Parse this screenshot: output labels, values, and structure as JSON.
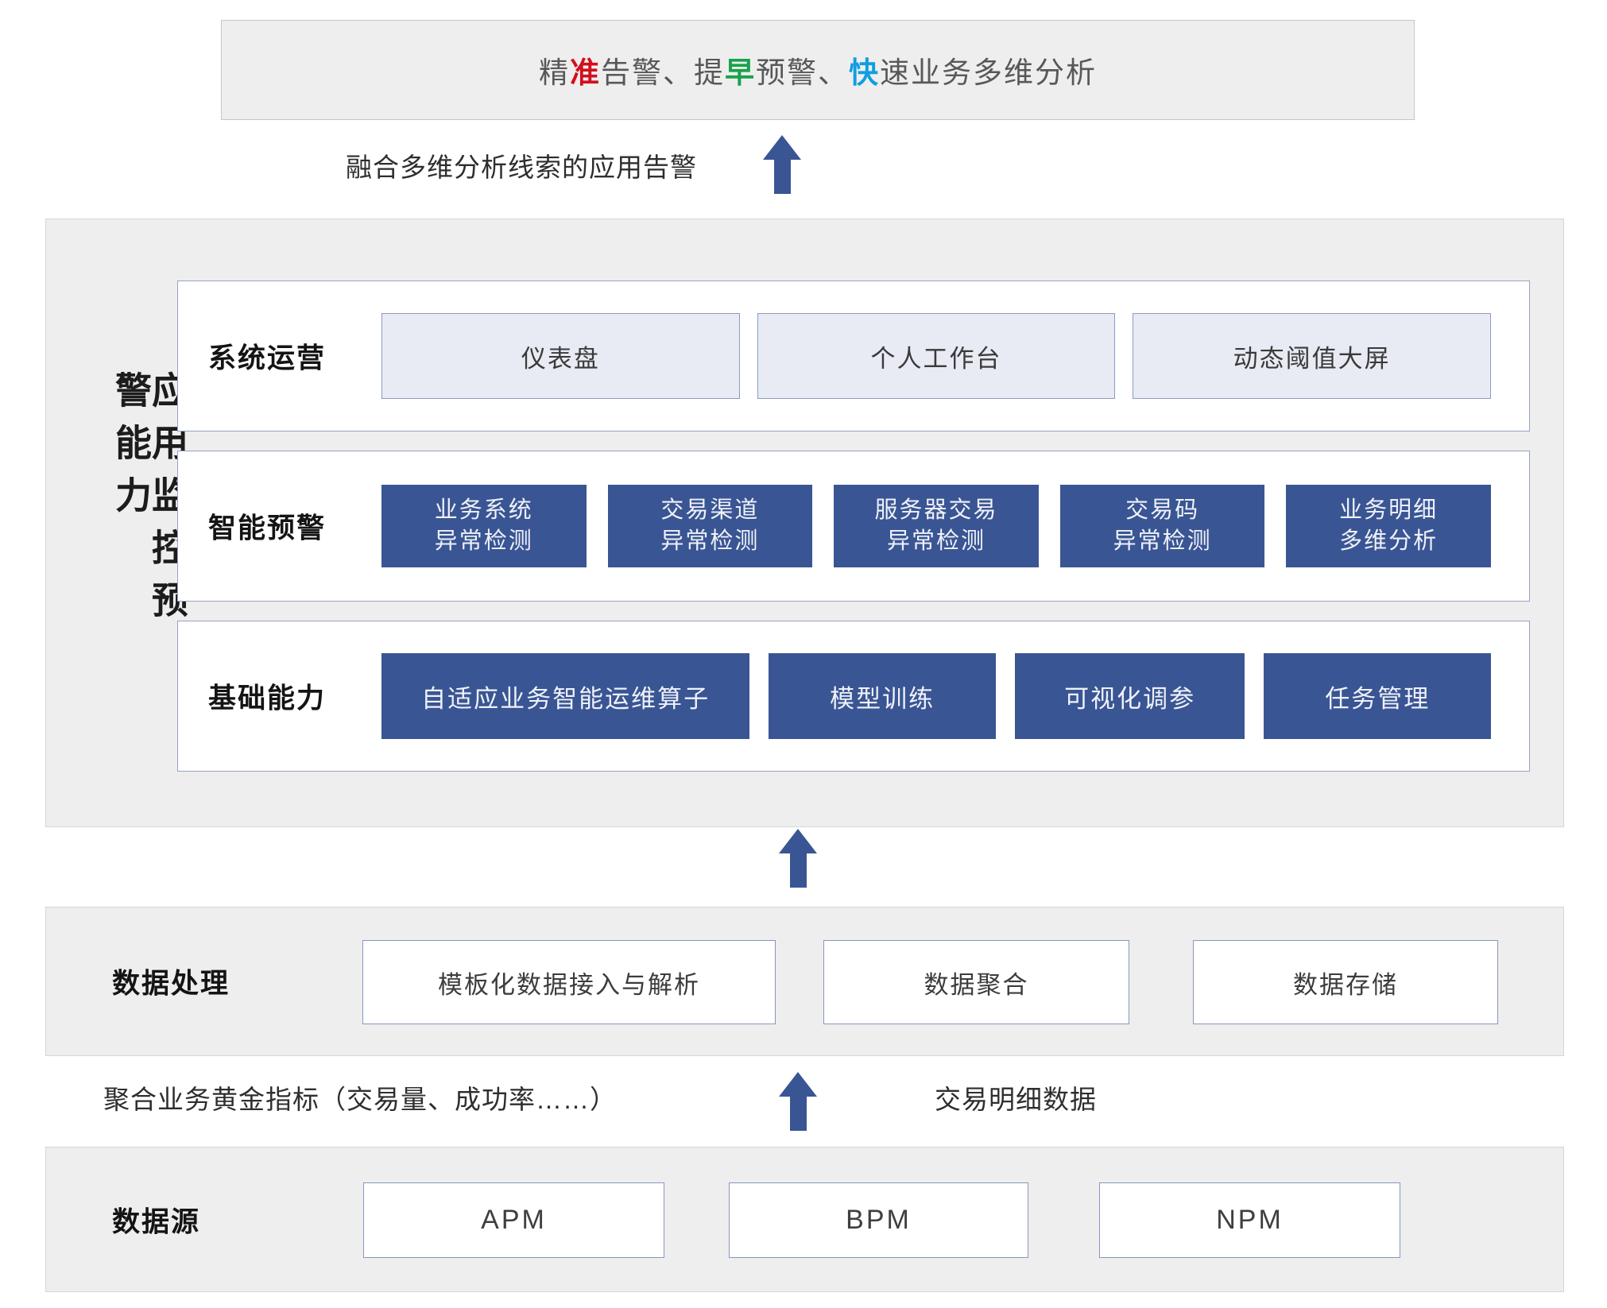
{
  "colors": {
    "accent_red": "#d1101d",
    "accent_green": "#18a24c",
    "accent_blue": "#0f9ee0",
    "dark_box_bg": "#3a5593",
    "light_box_bg": "#e8ebf4",
    "panel_bg": "#efeeee",
    "box_border": "#8597bf",
    "arrow": "#3a5593"
  },
  "banner": {
    "segments": [
      {
        "text": "精"
      },
      {
        "text": "准",
        "accent": "red"
      },
      {
        "text": "告警、提"
      },
      {
        "text": "早",
        "accent": "green"
      },
      {
        "text": "预警、"
      },
      {
        "text": "快",
        "accent": "blue"
      },
      {
        "text": "速业务多维分析"
      }
    ]
  },
  "flow_top": {
    "label": "融合多维分析线索的应用告警"
  },
  "capability_panel": {
    "title": "应用监控预警能力",
    "rows": [
      {
        "label": "系统运营",
        "boxes": [
          {
            "label": "仪表盘"
          },
          {
            "label": "个人工作台"
          },
          {
            "label": "动态阈值大屏"
          }
        ]
      },
      {
        "label": "智能预警",
        "boxes": [
          {
            "label": "业务系统\n异常检测"
          },
          {
            "label": "交易渠道\n异常检测"
          },
          {
            "label": "服务器交易\n异常检测"
          },
          {
            "label": "交易码\n异常检测"
          },
          {
            "label": "业务明细\n多维分析"
          }
        ]
      },
      {
        "label": "基础能力",
        "boxes": [
          {
            "label": "自适应业务智能运维算子"
          },
          {
            "label": "模型训练"
          },
          {
            "label": "可视化调参"
          },
          {
            "label": "任务管理"
          }
        ]
      }
    ]
  },
  "data_processing": {
    "label": "数据处理",
    "boxes": [
      "模板化数据接入与解析",
      "数据聚合",
      "数据存储"
    ]
  },
  "flow_middle": {
    "left_label": "聚合业务黄金指标（交易量、成功率……）",
    "right_label": "交易明细数据"
  },
  "data_source": {
    "label": "数据源",
    "boxes": [
      "APM",
      "BPM",
      "NPM"
    ]
  }
}
